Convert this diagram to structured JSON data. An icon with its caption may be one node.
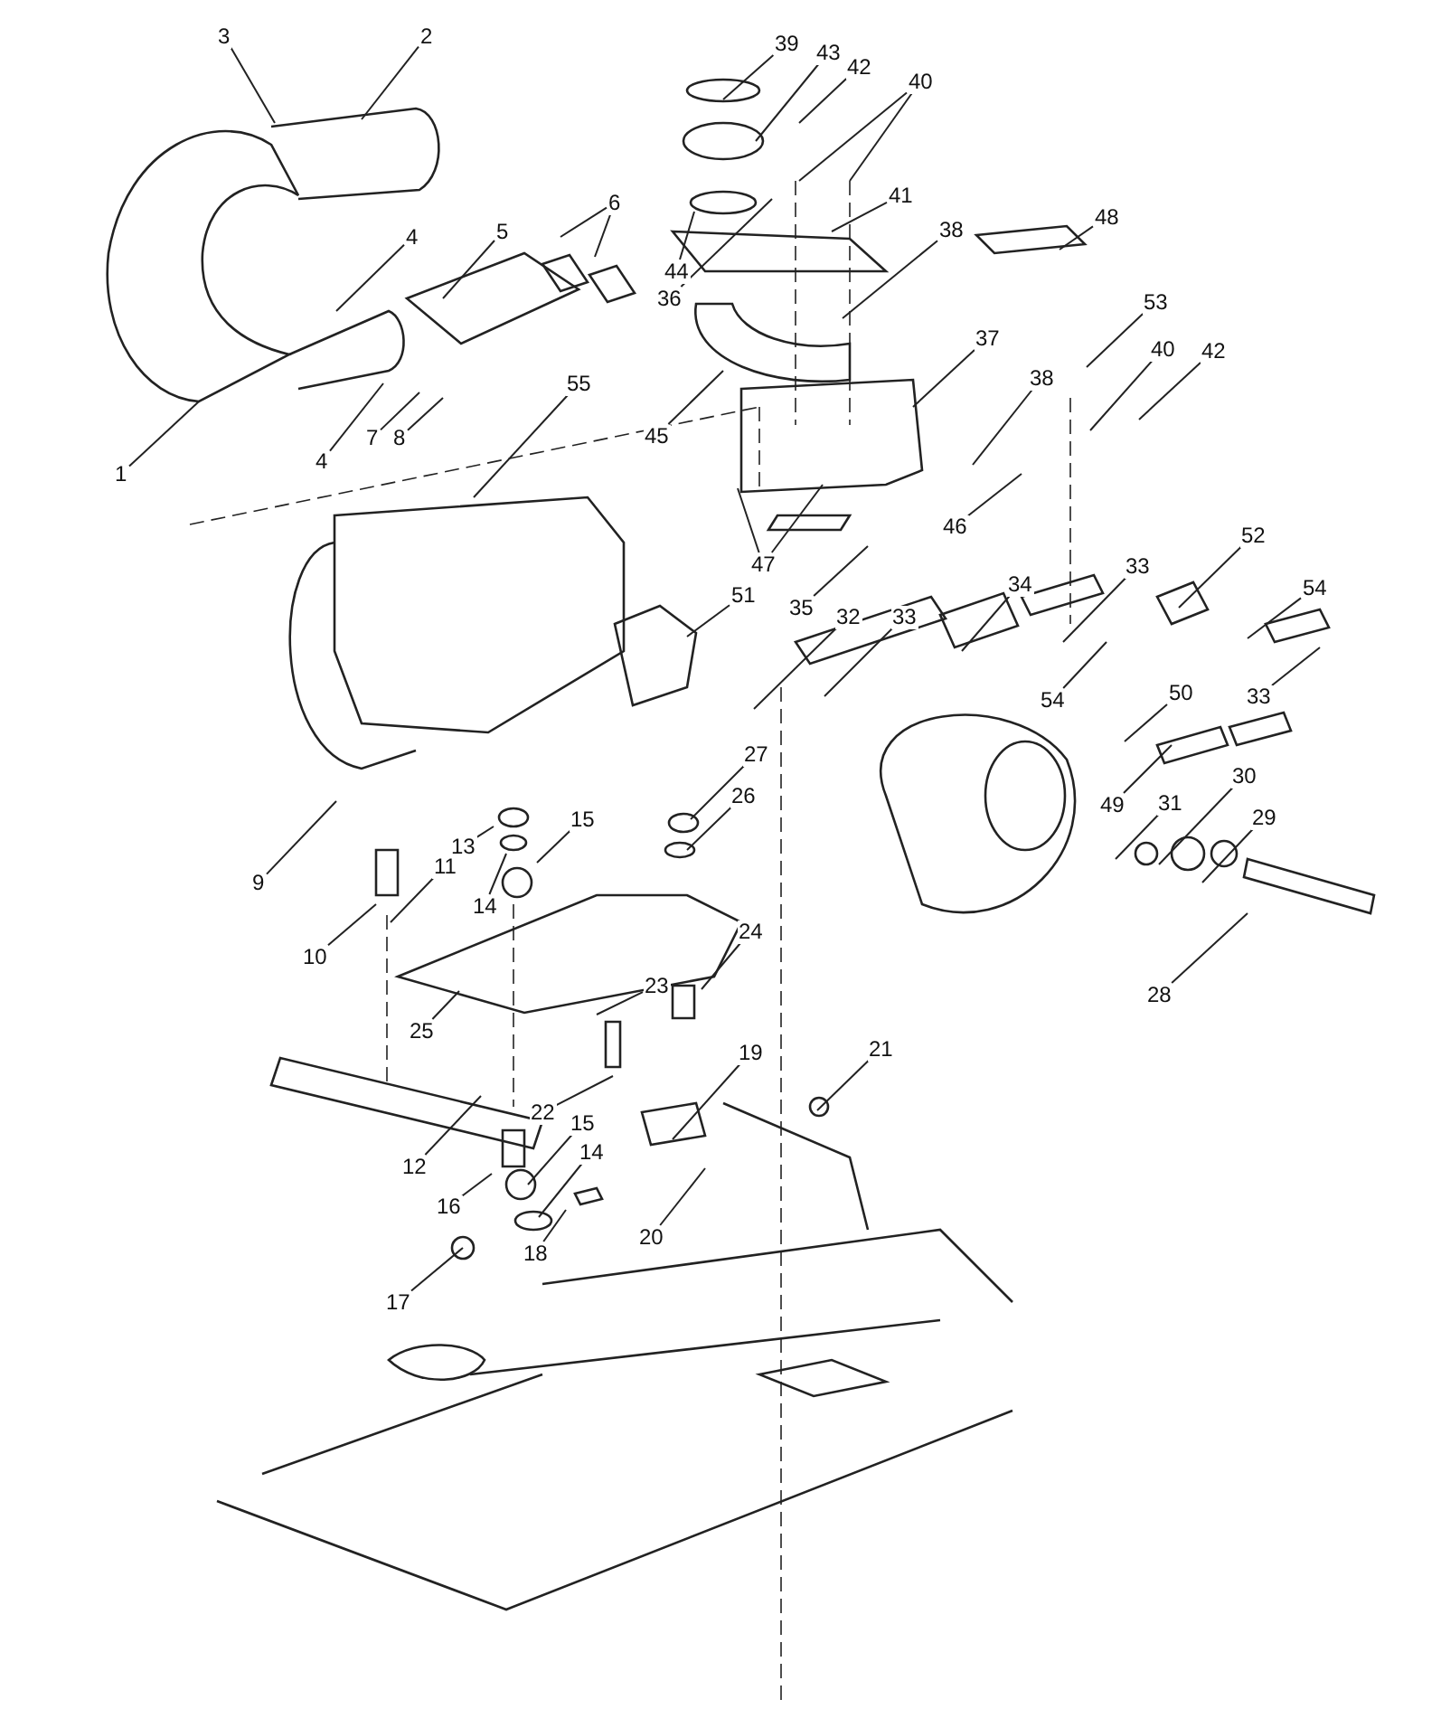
{
  "diagram": {
    "nodes": [
      {
        "text": [
          "3"
        ]
      },
      {
        "text": [
          "2"
        ]
      },
      {
        "text": [
          "39"
        ]
      },
      {
        "text": [
          "43"
        ]
      },
      {
        "text": [
          "42"
        ]
      },
      {
        "text": [
          "40"
        ]
      },
      {
        "text": [
          "41"
        ]
      },
      {
        "text": [
          "38"
        ]
      },
      {
        "text": [
          "48"
        ]
      },
      {
        "text": [
          "6"
        ]
      },
      {
        "text": [
          "5"
        ]
      },
      {
        "text": [
          "4"
        ]
      },
      {
        "text": [
          "44"
        ]
      },
      {
        "text": [
          "36"
        ]
      },
      {
        "text": [
          "53"
        ]
      },
      {
        "text": [
          "37"
        ]
      },
      {
        "text": [
          "40"
        ]
      },
      {
        "text": [
          "42"
        ]
      },
      {
        "text": [
          "38"
        ]
      },
      {
        "text": [
          "55"
        ]
      },
      {
        "text": [
          "7"
        ]
      },
      {
        "text": [
          "8"
        ]
      },
      {
        "text": [
          "4"
        ]
      },
      {
        "text": [
          "45"
        ]
      },
      {
        "text": [
          "1"
        ]
      },
      {
        "text": [
          "46"
        ]
      },
      {
        "text": [
          "47"
        ]
      },
      {
        "text": [
          "35"
        ]
      },
      {
        "text": [
          "33"
        ]
      },
      {
        "text": [
          "52"
        ]
      },
      {
        "text": [
          "54"
        ]
      },
      {
        "text": [
          "51"
        ]
      },
      {
        "text": [
          "32"
        ]
      },
      {
        "text": [
          "33"
        ]
      },
      {
        "text": [
          "34"
        ]
      },
      {
        "text": [
          "54"
        ]
      },
      {
        "text": [
          "50"
        ]
      },
      {
        "text": [
          "33"
        ]
      },
      {
        "text": [
          "27"
        ]
      },
      {
        "text": [
          "26"
        ]
      },
      {
        "text": [
          "9"
        ]
      },
      {
        "text": [
          "49"
        ]
      },
      {
        "text": [
          "31"
        ]
      },
      {
        "text": [
          "30"
        ]
      },
      {
        "text": [
          "15"
        ]
      },
      {
        "text": [
          "13"
        ]
      },
      {
        "text": [
          "29"
        ]
      },
      {
        "text": [
          "11"
        ]
      },
      {
        "text": [
          "14"
        ]
      },
      {
        "text": [
          "24"
        ]
      },
      {
        "text": [
          "10"
        ]
      },
      {
        "text": [
          "23"
        ]
      },
      {
        "text": [
          "28"
        ]
      },
      {
        "text": [
          "25"
        ]
      },
      {
        "text": [
          "19"
        ]
      },
      {
        "text": [
          "21"
        ]
      },
      {
        "text": [
          "22"
        ]
      },
      {
        "text": [
          "15"
        ]
      },
      {
        "text": [
          "14"
        ]
      },
      {
        "text": [
          "12"
        ]
      },
      {
        "text": [
          "16"
        ]
      },
      {
        "text": [
          "20"
        ]
      },
      {
        "text": [
          "18"
        ]
      },
      {
        "text": [
          "17"
        ]
      }
    ],
    "edges": [
      {
        "from": 0,
        "to": null,
        "arrow": "none"
      },
      {
        "from": 1,
        "to": null,
        "arrow": "none"
      },
      {
        "from": 2,
        "to": null,
        "arrow": "none"
      },
      {
        "from": 3,
        "to": null,
        "arrow": "none"
      },
      {
        "from": 4,
        "to": null,
        "arrow": "none"
      },
      {
        "from": 5,
        "to": null,
        "arrow": "none"
      },
      {
        "from": 5,
        "to": null,
        "arrow": "none"
      },
      {
        "from": 6,
        "to": null,
        "arrow": "none"
      },
      {
        "from": 7,
        "to": null,
        "arrow": "none"
      },
      {
        "from": 8,
        "to": null,
        "arrow": "none"
      },
      {
        "from": 9,
        "to": null,
        "arrow": "none"
      },
      {
        "from": 9,
        "to": null,
        "arrow": "none"
      },
      {
        "from": 10,
        "to": null,
        "arrow": "none"
      },
      {
        "from": 11,
        "to": null,
        "arrow": "none"
      },
      {
        "from": 12,
        "to": null,
        "arrow": "none"
      },
      {
        "from": 13,
        "to": null,
        "arrow": "none"
      },
      {
        "from": 14,
        "to": null,
        "arrow": "none"
      },
      {
        "from": 15,
        "to": null,
        "arrow": "none"
      },
      {
        "from": 16,
        "to": null,
        "arrow": "none"
      },
      {
        "from": 17,
        "to": null,
        "arrow": "none"
      },
      {
        "from": 18,
        "to": null,
        "arrow": "none"
      },
      {
        "from": 19,
        "to": null,
        "arrow": "none"
      },
      {
        "from": 20,
        "to": null,
        "arrow": "none"
      },
      {
        "from": 21,
        "to": null,
        "arrow": "none"
      },
      {
        "from": 22,
        "to": null,
        "arrow": "none"
      },
      {
        "from": 23,
        "to": null,
        "arrow": "none"
      },
      {
        "from": 24,
        "to": null,
        "arrow": "none"
      },
      {
        "from": 25,
        "to": null,
        "arrow": "none"
      },
      {
        "from": 26,
        "to": null,
        "arrow": "none"
      },
      {
        "from": 26,
        "to": null,
        "arrow": "none"
      },
      {
        "from": 27,
        "to": null,
        "arrow": "none"
      },
      {
        "from": 28,
        "to": null,
        "arrow": "none"
      },
      {
        "from": 29,
        "to": null,
        "arrow": "none"
      },
      {
        "from": 30,
        "to": null,
        "arrow": "none"
      },
      {
        "from": 31,
        "to": null,
        "arrow": "none"
      },
      {
        "from": 32,
        "to": null,
        "arrow": "none"
      },
      {
        "from": 33,
        "to": null,
        "arrow": "none"
      },
      {
        "from": 34,
        "to": null,
        "arrow": "none"
      },
      {
        "from": 35,
        "to": null,
        "arrow": "none"
      },
      {
        "from": 36,
        "to": null,
        "arrow": "none"
      },
      {
        "from": 37,
        "to": null,
        "arrow": "none"
      },
      {
        "from": 38,
        "to": null,
        "arrow": "none"
      },
      {
        "from": 39,
        "to": null,
        "arrow": "none"
      },
      {
        "from": 40,
        "to": null,
        "arrow": "none"
      },
      {
        "from": 41,
        "to": null,
        "arrow": "none"
      },
      {
        "from": 42,
        "to": null,
        "arrow": "none"
      },
      {
        "from": 43,
        "to": null,
        "arrow": "none"
      },
      {
        "from": 44,
        "to": null,
        "arrow": "none"
      },
      {
        "from": 45,
        "to": null,
        "arrow": "none"
      },
      {
        "from": 46,
        "to": null,
        "arrow": "none"
      },
      {
        "from": 47,
        "to": null,
        "arrow": "none"
      },
      {
        "from": 48,
        "to": null,
        "arrow": "none"
      },
      {
        "from": 49,
        "to": null,
        "arrow": "none"
      },
      {
        "from": 50,
        "to": null,
        "arrow": "none"
      },
      {
        "from": 51,
        "to": null,
        "arrow": "none"
      },
      {
        "from": 52,
        "to": null,
        "arrow": "none"
      },
      {
        "from": 53,
        "to": null,
        "arrow": "none"
      },
      {
        "from": 54,
        "to": null,
        "arrow": "none"
      },
      {
        "from": 55,
        "to": null,
        "arrow": "none"
      },
      {
        "from": 56,
        "to": null,
        "arrow": "none"
      },
      {
        "from": 57,
        "to": null,
        "arrow": "none"
      },
      {
        "from": 58,
        "to": null,
        "arrow": "none"
      },
      {
        "from": 59,
        "to": null,
        "arrow": "none"
      },
      {
        "from": 60,
        "to": null,
        "arrow": "none"
      },
      {
        "from": 61,
        "to": null,
        "arrow": "none"
      },
      {
        "from": 62,
        "to": null,
        "arrow": "none"
      },
      {
        "from": 63,
        "to": null,
        "arrow": "none"
      }
    ]
  }
}
